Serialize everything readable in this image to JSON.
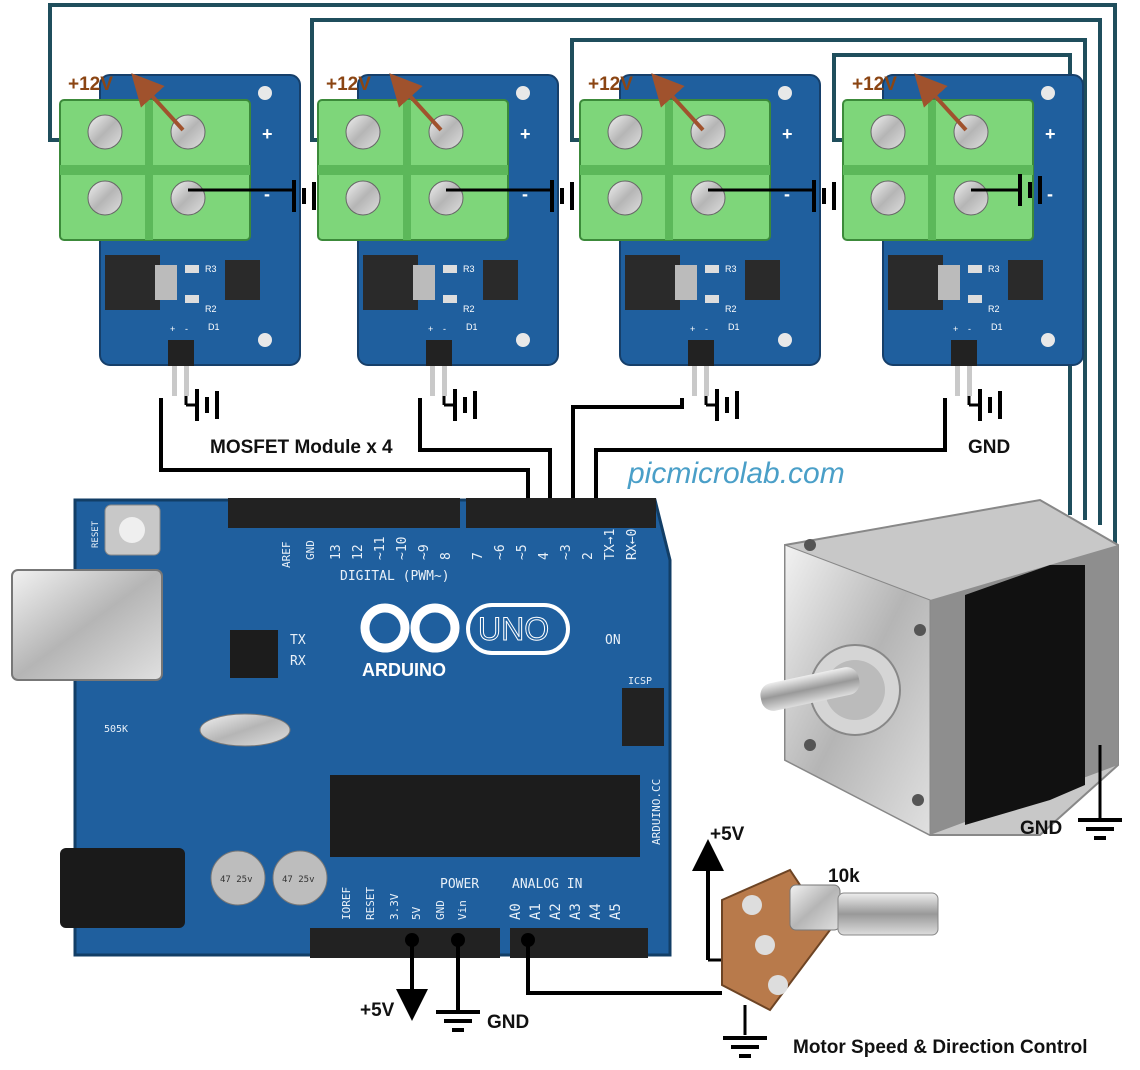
{
  "modules": {
    "plus12v": "+12V",
    "plus_sign": "+",
    "minus_sign": "-",
    "pin_plus": "+",
    "pin_minus": "-",
    "r3": "R3",
    "r2": "R2",
    "d1": "D1",
    "caption": "MOSFET Module x 4",
    "gnd": "GND"
  },
  "watermark": "picmicrolab.com",
  "arduino": {
    "brand": "ARDUINO",
    "model": "UNO",
    "on": "ON",
    "reset": "RESET",
    "aref": "AREF",
    "gnd_top": "GND",
    "digital_label": "DIGITAL (PWM~)",
    "digital_pins": [
      "13",
      "12",
      "~11",
      "~10",
      "~9",
      "8",
      "7",
      "~6",
      "~5",
      "4",
      "~3",
      "2",
      "TX→1",
      "RX←0"
    ],
    "tx": "TX",
    "rx": "RX",
    "icsp": "ICSP",
    "crystal": "505K",
    "website": "ARDUINO.CC",
    "power_label": "POWER",
    "power_pins": [
      "IOREF",
      "RESET",
      "3.3V",
      "5V",
      "GND",
      "Vin"
    ],
    "analog_label": "ANALOG IN",
    "analog_pins": [
      "A0",
      "A1",
      "A2",
      "A3",
      "A4",
      "A5"
    ],
    "cap1": "47 25v",
    "cap2": "47 25v"
  },
  "board_supply": {
    "plus5v": "+5V",
    "gnd": "GND"
  },
  "pot": {
    "plus5v": "+5V",
    "value": "10k",
    "caption": "Motor Speed & Direction Control"
  },
  "motor": {
    "gnd": "GND"
  },
  "colors": {
    "wire": "#000000",
    "motor_wire": "#1f4e5c",
    "pcb": "#1f5f9e",
    "terminal": "#7ed67a",
    "arrow": "#a0522d",
    "watermark": "#4a9fc8"
  }
}
